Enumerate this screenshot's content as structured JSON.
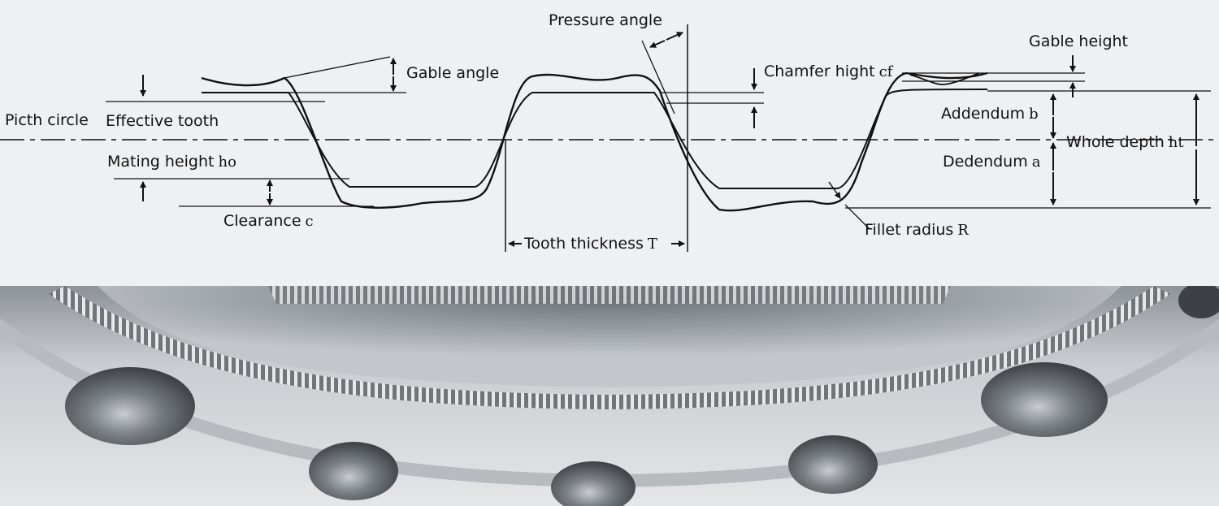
{
  "diagram": {
    "labels": {
      "pressure_angle": "Pressure angle",
      "gable_height": "Gable height",
      "gable_angle": "Gable angle",
      "chamfer_height": {
        "text": "Chamfer hight",
        "symbol": "cf"
      },
      "pitch_circle": "Picth circle",
      "effective_tooth": "Effective tooth",
      "addendum": {
        "text": "Addendum",
        "symbol": "b"
      },
      "whole_depth": {
        "text": "Whole depth",
        "symbol": "ht"
      },
      "mating_height": {
        "text": "Mating height",
        "symbol": "ho"
      },
      "dedendum": {
        "text": "Dedendum",
        "symbol": "a"
      },
      "clearance": {
        "text": "Clearance",
        "symbol": "c"
      },
      "fillet_radius": {
        "text": "Fillet radius",
        "symbol": "R"
      },
      "tooth_thickness": {
        "text": "Tooth thickness",
        "symbol": "T"
      }
    },
    "colors": {
      "background": "#eef1f4",
      "line": "#111111"
    }
  },
  "photo": {
    "subject": "gear ring with mounting holes",
    "colors": {
      "metal_light": "#dfe2e5",
      "metal_dark": "#5a5f64",
      "hole": "#3d4146"
    }
  }
}
